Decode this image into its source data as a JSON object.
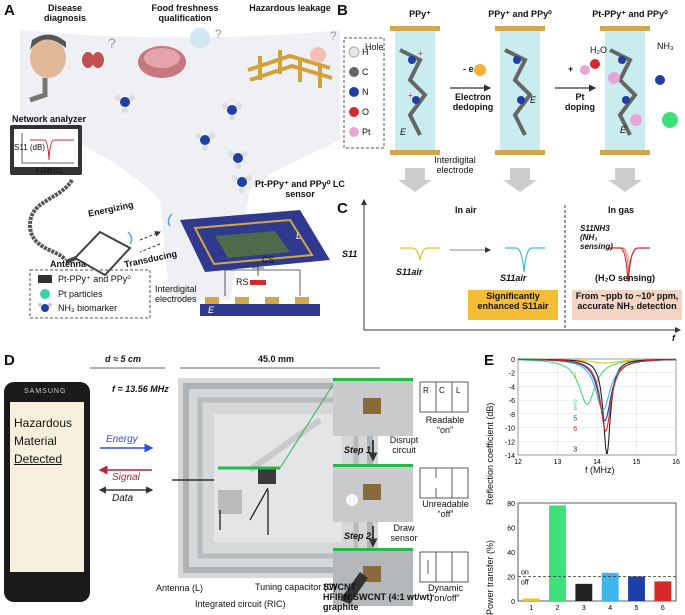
{
  "panels": {
    "a": "A",
    "b": "B",
    "c": "C",
    "d": "D",
    "e": "E"
  },
  "a": {
    "disease": "Disease diagnosis",
    "food": "Food freshness qualification",
    "hazard": "Hazardous leakage",
    "network_analyzer": "Network analyzer",
    "na_ylabel": "S11 (dB)",
    "na_xlabel": "f (MHz)",
    "energizing": "Energizing",
    "transducing": "Transducing",
    "antenna": "Antenna",
    "sensor": "Pt-PPy⁺ and PPy⁰ LC sensor",
    "cs": "CS",
    "rs": "RS",
    "interdigital": "Interdigital electrodes",
    "legend": [
      "Pt-PPy⁺ and PPy⁰",
      "Pt particles",
      "NH₃ biomarker"
    ],
    "e_label": "E",
    "l_label": "L"
  },
  "b": {
    "col1": "PPy⁺",
    "col2": "PPy⁺ and PPy⁰",
    "col3": "Pt-PPy⁺ and PPy⁰",
    "hole": "Hole",
    "elements": [
      "H",
      "C",
      "N",
      "O",
      "Pt"
    ],
    "electron_dedoping": "Electron dedoping",
    "pt_doping": "Pt doping",
    "minus_e": "- e",
    "plus": "+",
    "h2o": "H₂O",
    "nh3": "NH₃",
    "interdigital_electrode": "Interdigital electrode",
    "e_label": "E"
  },
  "c": {
    "in_air": "In air",
    "in_gas": "In gas",
    "y_axis": "S11",
    "x_axis": "f",
    "s11air1": "S11air",
    "s11air2": "S11air",
    "s11nh3": "S11NH3 (NH₃ sensing)",
    "h2o_sensing": "(H₂O sensing)",
    "enhanced": "Significantly enhanced S11air",
    "range": "From ~ppb to ~10³ ppm, accurate NH₃ detection"
  },
  "d": {
    "distance": "d ≈ 5 cm",
    "width": "45.0 mm",
    "freq": "f = 13.56 MHz",
    "phone_brand": "SAMSUNG",
    "phone_text": [
      "Hazardous",
      "Material",
      "Detected"
    ],
    "energy": "Energy",
    "signal": "Signal",
    "data": "Data",
    "antenna": "Antenna (L)",
    "ic": "Integrated circuit (RIC)",
    "tuning": "Tuning capacitor (C)",
    "step1": "Step 1",
    "step1_desc": "Disrupt circuit",
    "step2": "Step 2",
    "step2_desc": "Draw sensor",
    "readable": "Readable “on”",
    "unreadable": "Unreadable “off”",
    "dynamic": "Dynamic “on/off”",
    "swcnt": "SWCNT",
    "hfipn": "HFIPN:SWCNT (4:1 wt/wt)",
    "graphite": "graphite",
    "rcl": [
      "R",
      "C",
      "L"
    ]
  },
  "chart_data": [
    {
      "type": "line",
      "xlabel": "f (MHz)",
      "ylabel": "Reflection coefficient (dB)",
      "xlim": [
        12,
        16
      ],
      "ylim": [
        -14,
        0
      ],
      "xticks": [
        12,
        13,
        14,
        15,
        16
      ],
      "yticks": [
        0,
        -2,
        -4,
        -6,
        -8,
        -10,
        -12,
        -14
      ],
      "series": [
        {
          "name": "1",
          "color": "#e8c227",
          "center": 14.2,
          "depth": -0.6,
          "width": 0.9
        },
        {
          "name": "2",
          "color": "#3ee07a",
          "center": 13.75,
          "depth": -6.6,
          "width": 0.5
        },
        {
          "name": "3",
          "color": "#222222",
          "center": 14.25,
          "depth": -13.9,
          "width": 0.22
        },
        {
          "name": "4",
          "color": "#3fb6ea",
          "center": 14.15,
          "depth": -7.5,
          "width": 0.45
        },
        {
          "name": "5",
          "color": "#1c3fa8",
          "center": 14.2,
          "depth": -9.0,
          "width": 0.38
        },
        {
          "name": "6",
          "color": "#d42a2a",
          "center": 14.22,
          "depth": -10.5,
          "width": 0.33
        }
      ]
    },
    {
      "type": "bar",
      "ylabel": "Power transfer (%)",
      "categories": [
        "1",
        "2",
        "3",
        "4",
        "5",
        "6"
      ],
      "values": [
        2,
        78,
        14,
        23,
        20,
        16
      ],
      "colors": [
        "#e8c227",
        "#3ee07a",
        "#222222",
        "#3fb6ea",
        "#1c3fa8",
        "#d42a2a"
      ],
      "ylim": [
        0,
        80
      ],
      "yticks": [
        0,
        20,
        40,
        60,
        80
      ],
      "threshold": 20,
      "threshold_labels": [
        "on",
        "off"
      ]
    }
  ]
}
